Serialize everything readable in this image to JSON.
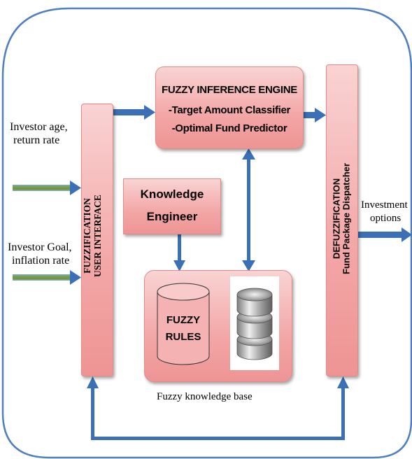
{
  "inputs": {
    "age_line1": "Investor age,",
    "age_line2": "return rate",
    "goal_line1": "Investor Goal,",
    "goal_line2": "inflation rate"
  },
  "fuzzification": {
    "line1": "FUZZIFICATION",
    "line2": "USER INTERFACE"
  },
  "inference_engine": {
    "title": "FUZZY INFERENCE ENGINE",
    "item1": "-Target Amount Classifier",
    "item2": "-Optimal Fund Predictor"
  },
  "knowledge_engineer": {
    "line1": "Knowledge",
    "line2": "Engineer"
  },
  "knowledge_base": {
    "rules_line1": "FUZZY",
    "rules_line2": "RULES",
    "caption": "Fuzzy knowledge base"
  },
  "defuzzification": {
    "line1": "DEFUZZIFICATION",
    "line2": "Fund Package Dispatcher"
  },
  "output": {
    "line1": "Investment",
    "line2": "options"
  },
  "colors": {
    "frame": "#4f7fbf",
    "arrow": "#3b6fb6",
    "input_arrow": "#6f9a4a",
    "box_fill": "#f3a6a6"
  }
}
